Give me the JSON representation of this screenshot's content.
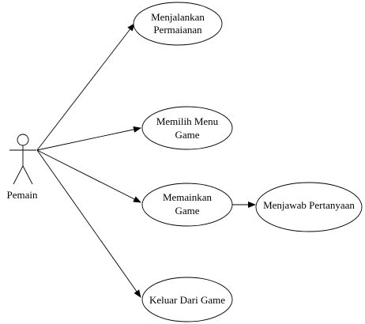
{
  "diagram": {
    "type": "use-case",
    "actor": {
      "name": "Pemain"
    },
    "use_cases": [
      {
        "id": "menjalankan-permainan",
        "lines": [
          "Menjalankan",
          "Permaianan"
        ]
      },
      {
        "id": "memilih-menu-game",
        "lines": [
          "Memilih Menu",
          "Game"
        ]
      },
      {
        "id": "memainkan-game",
        "lines": [
          "Memainkan",
          "Game"
        ]
      },
      {
        "id": "keluar-dari-game",
        "lines": [
          "Keluar Dari Game"
        ]
      },
      {
        "id": "menjawab-pertanyaan",
        "lines": [
          "Menjawab Pertanyaan"
        ]
      }
    ],
    "associations": [
      {
        "from": "actor",
        "to": "menjalankan-permainan"
      },
      {
        "from": "actor",
        "to": "memilih-menu-game"
      },
      {
        "from": "actor",
        "to": "memainkan-game"
      },
      {
        "from": "actor",
        "to": "keluar-dari-game"
      },
      {
        "from": "memainkan-game",
        "to": "menjawab-pertanyaan"
      }
    ]
  }
}
